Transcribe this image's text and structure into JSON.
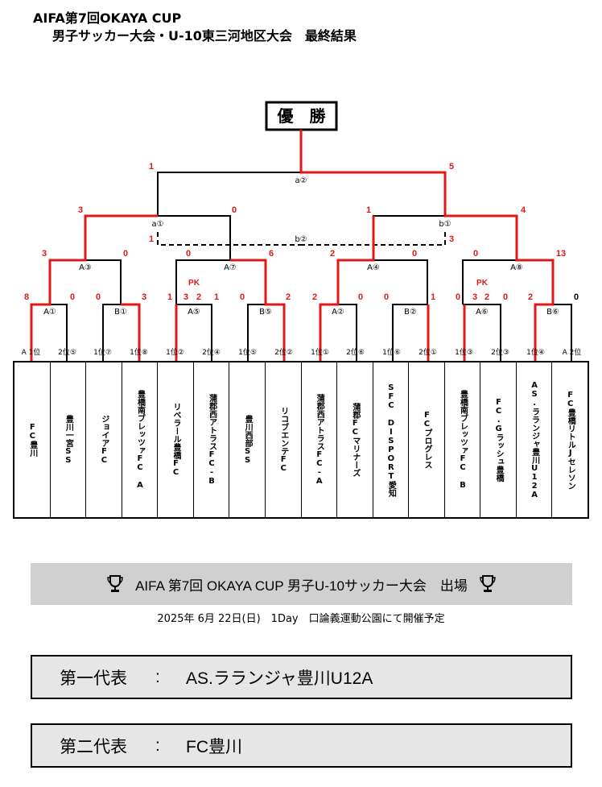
{
  "header": {
    "title_line1": "AIFA第7回OKAYA CUP",
    "title_line2": "男子サッカー大会・U-10東三河地区大会　最終結果"
  },
  "bracket": {
    "champion_label": "優　勝",
    "matches": {
      "final": {
        "label": "a②",
        "scores": [
          "1",
          "5"
        ]
      },
      "semi1": {
        "label": "a①",
        "scores": [
          "3",
          "0"
        ]
      },
      "semi2": {
        "label": "b①",
        "scores": [
          "1",
          "4"
        ]
      },
      "third": {
        "label": "b②",
        "scores": [
          "1",
          "3"
        ]
      },
      "qf1": {
        "label": "A③",
        "scores": [
          "3",
          "0"
        ]
      },
      "qf2": {
        "label": "A⑦",
        "scores": [
          "0",
          "6"
        ]
      },
      "qf3": {
        "label": "A④",
        "scores": [
          "2",
          "0"
        ]
      },
      "qf4": {
        "label": "A⑧",
        "scores": [
          "0",
          "13"
        ]
      },
      "r1": {
        "label": "A①",
        "scores": [
          "8",
          "0"
        ]
      },
      "r2": {
        "label": "B①",
        "scores": [
          "0",
          "3"
        ]
      },
      "r3": {
        "label": "A⑤",
        "scores": [
          "1",
          "1"
        ],
        "pk_label": "PK",
        "pk_scores": [
          "3",
          "2"
        ]
      },
      "r4": {
        "label": "B⑤",
        "scores": [
          "0",
          "2"
        ]
      },
      "r5": {
        "label": "A②",
        "scores": [
          "2",
          "0"
        ]
      },
      "r6": {
        "label": "B②",
        "scores": [
          "0",
          "1"
        ]
      },
      "r7": {
        "label": "A⑥",
        "scores": [
          "0",
          "0"
        ],
        "pk_label": "PK",
        "pk_scores": [
          "3",
          "2"
        ]
      },
      "r8": {
        "label": "B⑥",
        "scores": [
          "2",
          "0"
        ]
      }
    }
  },
  "seeds": [
    "A 1位",
    "2位⑤",
    "1位⑦",
    "1位⑧",
    "1位②",
    "2位④",
    "1位⑤",
    "2位②",
    "1位①",
    "2位⑥",
    "1位⑥",
    "2位①",
    "1位③",
    "2位③",
    "1位④",
    "A 2位"
  ],
  "teams": [
    "FC豊川",
    "豊川一宮SS",
    "ジョイアFC",
    "豊橋南ブレッツァFC A",
    "リベラール豊橋FC",
    "蒲郡西アトラスFC-B",
    "豊川西部SS",
    "リコブエンテFC",
    "蒲郡西アトラスFC-A",
    "蒲郡FCマリナーズ",
    "SFC DISPORT愛知",
    "FCプログレス",
    "豊橋南ブレッツァFC B",
    "FC.Gラッシュ豊橋",
    "AS.ラランジャ豊川U12A",
    "FC豊橋リトルJセレソン"
  ],
  "info": {
    "event": "AIFA 第7回 OKAYA CUP 男子U-10サッカー大会　出場",
    "schedule": "2025年 6月 22日(日)　1Day　口論義運動公園にて開催予定"
  },
  "representatives": [
    {
      "label": "第一代表",
      "colon": ":",
      "team": "AS.ラランジャ豊川U12A"
    },
    {
      "label": "第二代表",
      "colon": ":",
      "team": "FC豊川"
    }
  ],
  "colors": {
    "winner_line": "#e01818",
    "loser_line": "#000000",
    "info_bg": "#d0d0d0",
    "rep_bg": "#e6e6e6"
  },
  "icons": [
    "trophy-icon"
  ]
}
